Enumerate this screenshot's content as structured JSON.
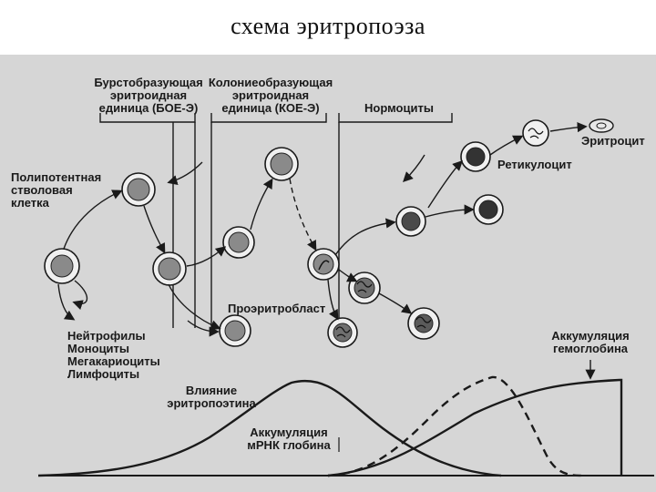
{
  "title": "схема эритропоэза",
  "labels": {
    "bfu": [
      "Бурстобразующая",
      "эритроидная",
      "единица (БОЕ-Э)"
    ],
    "cfu": [
      "Колониеобразующая",
      "эритроидная",
      "единица (КОЕ-Э)"
    ],
    "normocytes": "Нормоциты",
    "erythrocyte": "Эритроцит",
    "reticulocyte": "Ретикулоцит",
    "stem_cell": [
      "Полипотентная",
      "стволовая",
      "клетка"
    ],
    "proerythroblast": "Проэритробласт",
    "lineages": [
      "Нейтрофилы",
      "Моноциты",
      "Мегакариоциты",
      "Лимфоциты"
    ],
    "epo_effect": [
      "Влияние",
      "эритропоэтина"
    ],
    "mrna": [
      "Аккумуляция",
      "мРНК глобина"
    ],
    "hemoglobin": [
      "Аккумуляция",
      "гемоглобина"
    ]
  }
}
